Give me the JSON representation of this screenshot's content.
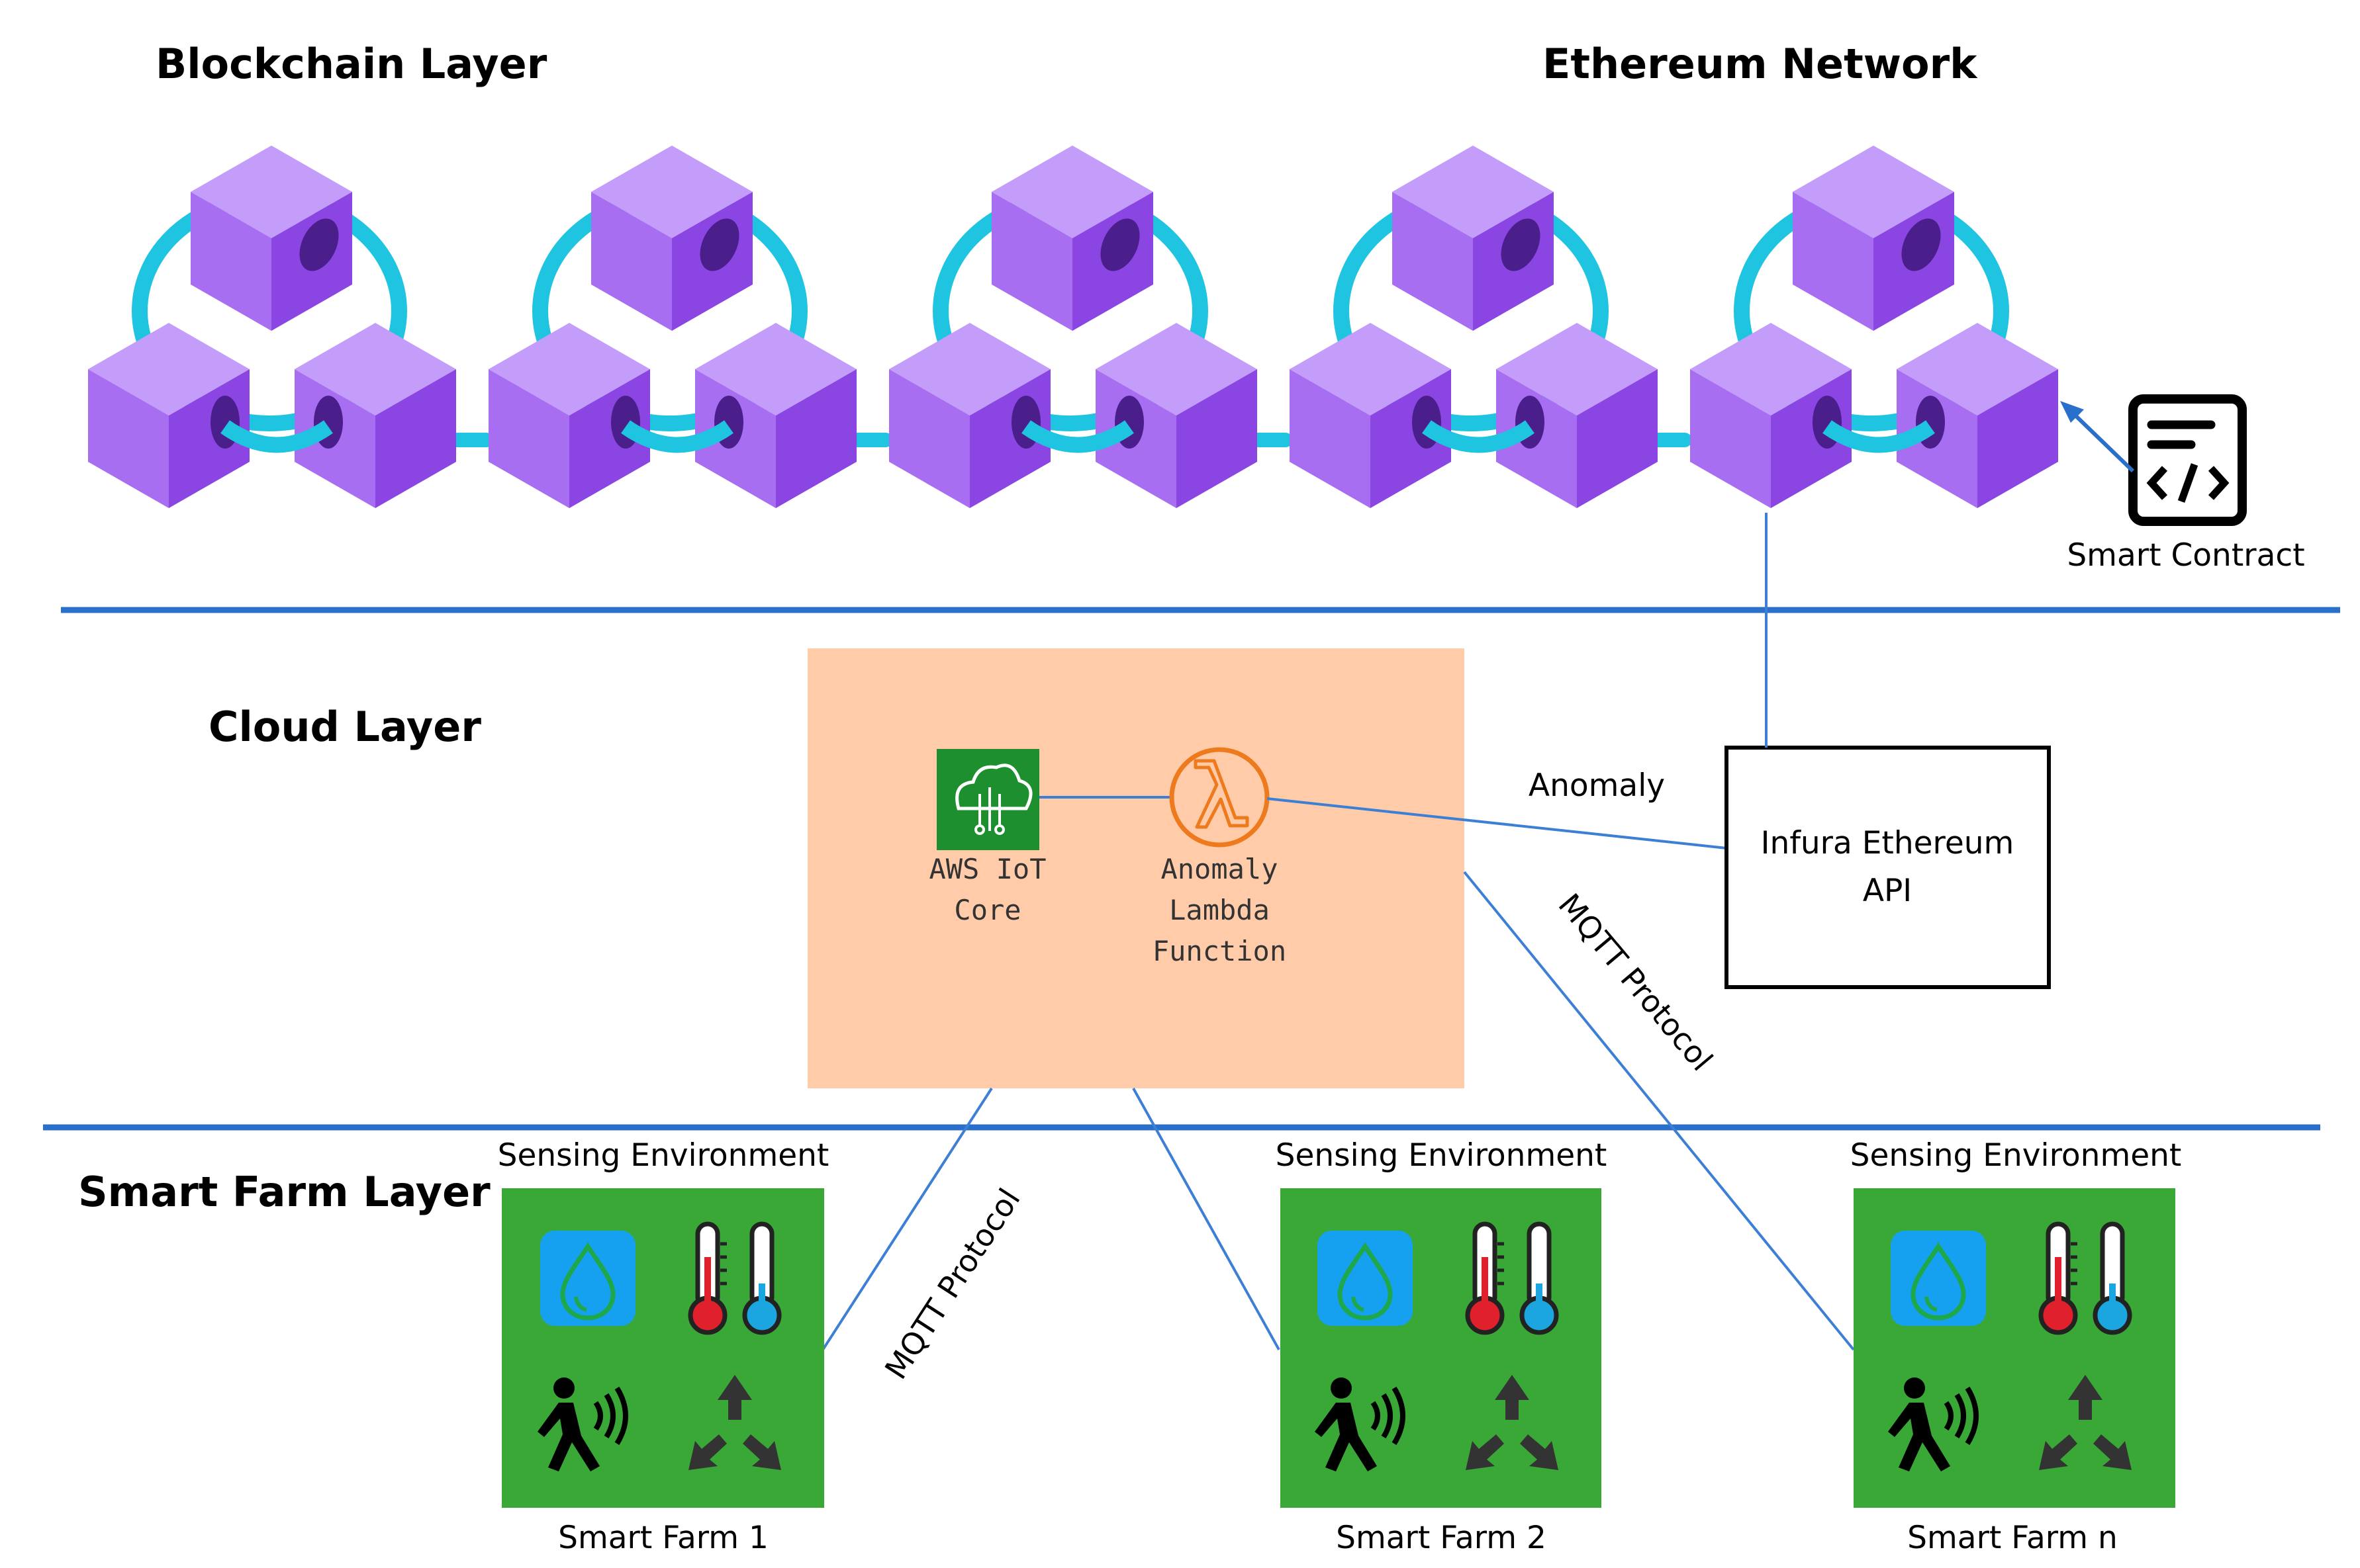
{
  "layers": {
    "blockchain_title": "Blockchain Layer",
    "network_title": "Ethereum Network",
    "cloud_title": "Cloud Layer",
    "farm_layer_title": "Smart Farm Layer"
  },
  "blockchain": {
    "smart_contract_label": "Smart Contract",
    "cluster_count": 5
  },
  "cloud": {
    "iot_core_line1": "AWS IoT",
    "iot_core_line2": "Core",
    "lambda_line1": "Anomaly",
    "lambda_line2": "Lambda",
    "lambda_line3": "Function",
    "anomaly_label": "Anomaly",
    "infura_line1": "Infura Ethereum",
    "infura_line2": "API",
    "mqtt_label_right": "MQTT Protocol"
  },
  "farm": {
    "mqtt_label_left": "MQTT Protocol",
    "farms": [
      {
        "env_label": "Sensing Environment",
        "name": "Smart Farm 1"
      },
      {
        "env_label": "Sensing Environment",
        "name": "Smart Farm 2"
      },
      {
        "env_label": "Sensing Environment",
        "name": "Smart Farm n"
      }
    ]
  },
  "colors": {
    "cube_top": "#c49cfa",
    "cube_left": "#a86ef2",
    "cube_right": "#8a45e3",
    "ring": "#1fc4e0",
    "layer_line": "#2a6fc9",
    "connector": "#3d7fd4",
    "cloud_box": "#ffcba8",
    "iot_green": "#1e8f2e",
    "lambda_orange": "#ee7a1e",
    "farm_green": "#3aa837",
    "drop_blue": "#16a0f0",
    "thermo_red": "#e0202c",
    "thermo_blue": "#1ba6e0"
  }
}
